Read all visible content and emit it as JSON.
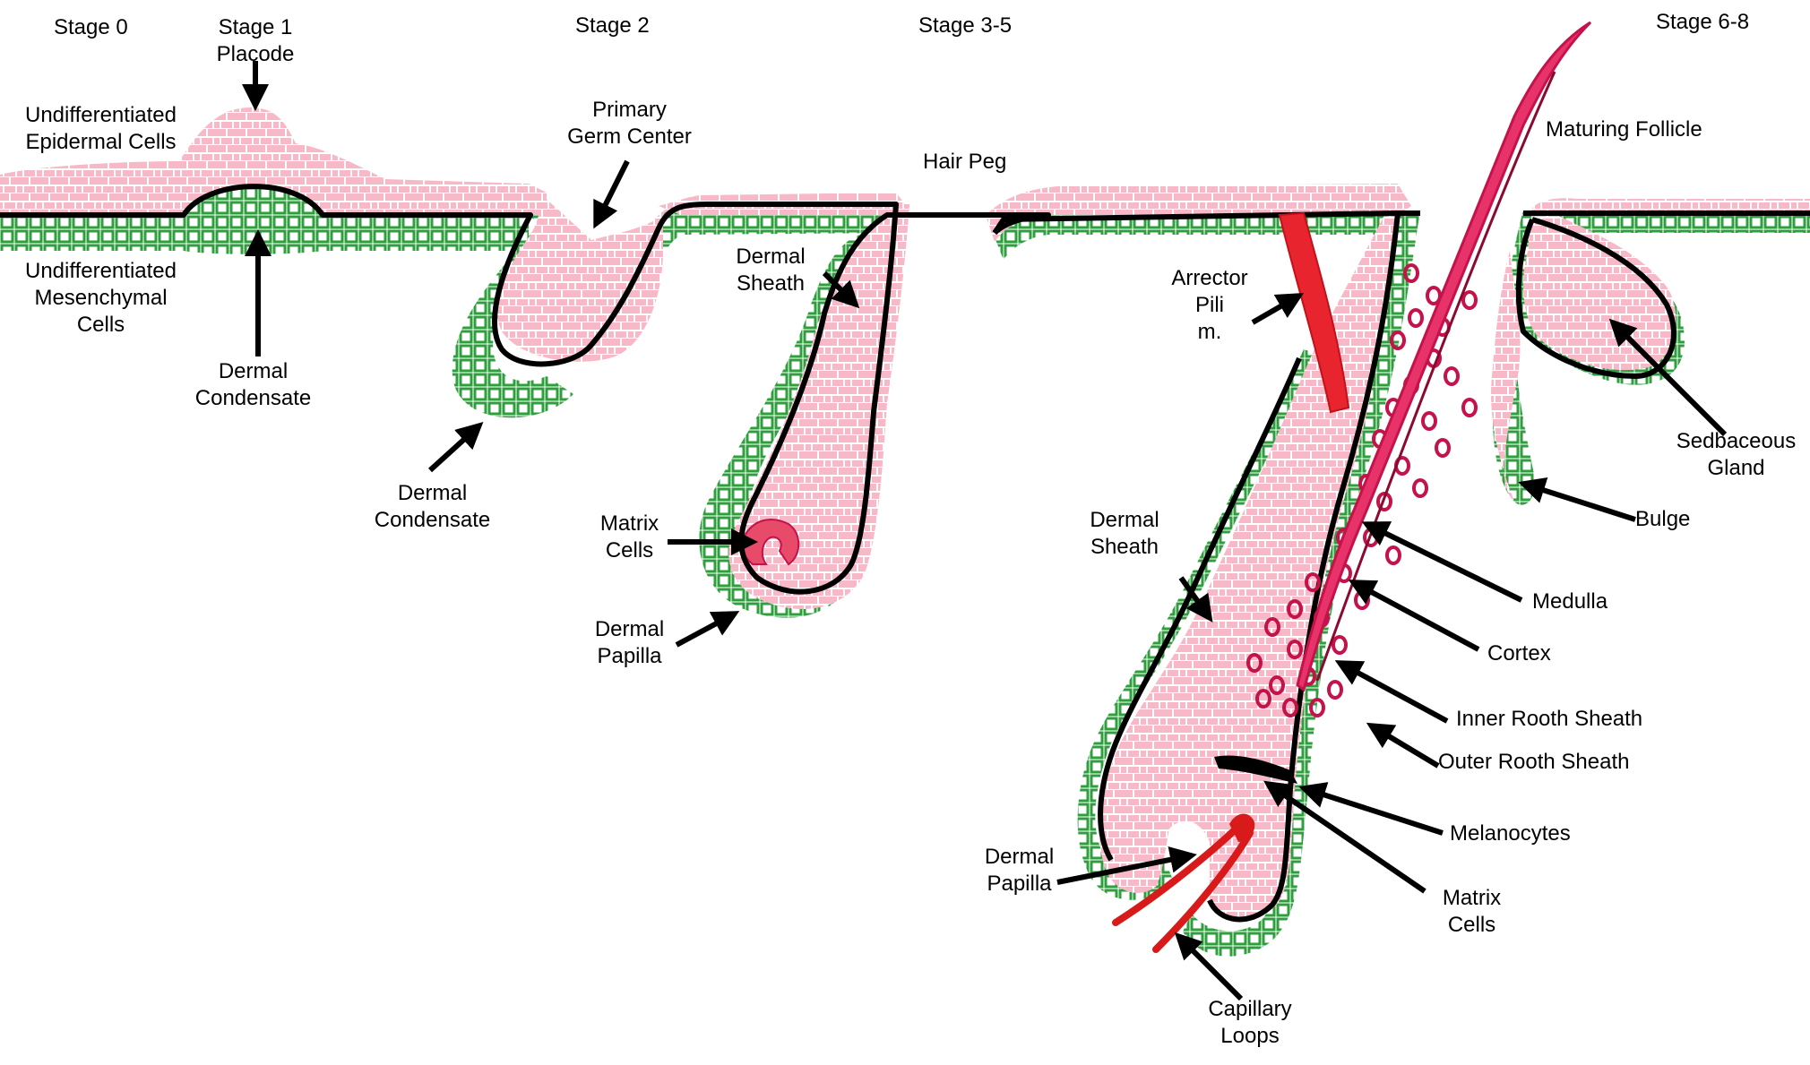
{
  "stages": {
    "stage0": "Stage 0",
    "stage1": "Stage 1",
    "stage2": "Stage 2",
    "stage3": "Stage 3-5",
    "stage6": "Stage 6-8"
  },
  "labels": {
    "placode": "Placode",
    "undiff_epi_1": "Undifferentiated",
    "undiff_epi_2": "Epidermal Cells",
    "undiff_mes_1": "Undifferentiated",
    "undiff_mes_2": "Mesenchymal",
    "undiff_mes_3": "Cells",
    "dermal_condensate1_1": "Dermal",
    "dermal_condensate1_2": "Condensate",
    "primary_germ_1": "Primary",
    "primary_germ_2": "Germ Center",
    "dermal_condensate2_1": "Dermal",
    "dermal_condensate2_2": "Condensate",
    "hair_peg": "Hair Peg",
    "dermal_sheath1_1": "Dermal",
    "dermal_sheath1_2": "Sheath",
    "matrix_cells1_1": "Matrix",
    "matrix_cells1_2": "Cells",
    "dermal_papilla1_1": "Dermal",
    "dermal_papilla1_2": "Papilla",
    "maturing_follicle": "Maturing Follicle",
    "arrector_1": "Arrector",
    "arrector_2": "Pili",
    "arrector_3": "m.",
    "sebaceous_1": "Sedbaceous",
    "sebaceous_2": "Gland",
    "bulge": "Bulge",
    "dermal_sheath2_1": "Dermal",
    "dermal_sheath2_2": "Sheath",
    "medulla": "Medulla",
    "cortex": "Cortex",
    "inner_root_sheath": "Inner Rooth Sheath",
    "outer_root_sheath": "Outer Rooth Sheath",
    "melanocytes": "Melanocytes",
    "matrix_cells2_1": "Matrix",
    "matrix_cells2_2": "Cells",
    "dermal_papilla2_1": "Dermal",
    "dermal_papilla2_2": "Papilla",
    "capillary_1": "Capillary",
    "capillary_2": "Loops"
  },
  "colors": {
    "epidermis": "#f7b8c8",
    "epidermis_cell_line": "#ffffff",
    "dermis": "#2e9e3e",
    "basement_membrane": "#000000",
    "hair_shaft": "#e8336a",
    "medulla_dots": "#c4124a",
    "muscle": "#e8252f",
    "capillary": "#d91a1a"
  }
}
